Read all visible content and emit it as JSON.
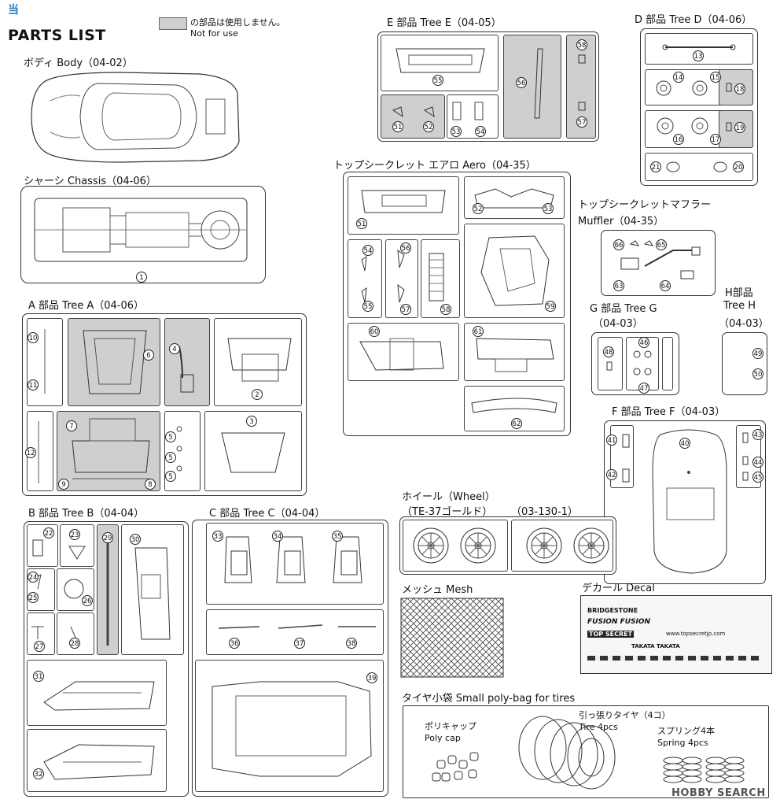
{
  "watermark_top": "当",
  "title": "PARTS LIST",
  "legend": {
    "jp": "の部品は使用しません。",
    "en": "Not for use"
  },
  "sections": {
    "body": "ボディ Body（04-02）",
    "chassis": "シャーシ Chassis（04-06）",
    "tree_a": "A 部品 Tree A（04-06）",
    "tree_b": "B 部品 Tree B（04-04）",
    "tree_c": "C 部品 Tree C（04-04）",
    "tree_e": "E 部品 Tree E（04-05）",
    "tree_d": "D 部品 Tree D（04-06）",
    "aero": "トップシークレット エアロ Aero（04-35）",
    "muffler_jp": "トップシークレットマフラー",
    "muffler_en": "Muffler（04-35）",
    "tree_g": "G 部品 Tree G",
    "tree_g_code": "（04-03）",
    "tree_h_jp": "H部品",
    "tree_h_en": "Tree H",
    "tree_h_code": "（04-03）",
    "tree_f": "F 部品 Tree F（04-03）",
    "wheel_jp": "ホイール（Wheel）",
    "wheel_name": "（TE-37ゴールド）",
    "wheel_code": "（03-130-1）",
    "mesh": "メッシュ Mesh",
    "decal": "デカール Decal",
    "polybag": "タイヤ小袋 Small poly-bag for tires",
    "polycap_jp": "ポリキャップ",
    "polycap_en": "Poly cap",
    "tire_jp": "引っ張りタイヤ（4コ）",
    "tire_en": "Tire 4pcs",
    "spring_jp": "スプリング4本",
    "spring_en": "Spring 4pcs"
  },
  "decal_text": {
    "brand1": "BRIDGESTONE",
    "brand2": "FUSION FUSION",
    "brand3": "TOP SECRET",
    "url": "www.topsecretjp.com",
    "takata": "TAKATA TAKATA"
  },
  "watermark_bottom": "HOBBY SEARCH",
  "parts": [
    "1",
    "2",
    "3",
    "4",
    "5",
    "6",
    "7",
    "8",
    "9",
    "10",
    "11",
    "12",
    "13",
    "14",
    "15",
    "16",
    "17",
    "18",
    "19",
    "20",
    "21",
    "22",
    "23",
    "24",
    "25",
    "26",
    "27",
    "28",
    "29",
    "30",
    "31",
    "32",
    "33",
    "34",
    "35",
    "36",
    "37",
    "38",
    "39",
    "40",
    "41",
    "42",
    "43",
    "44",
    "45",
    "46",
    "47",
    "48",
    "49",
    "50",
    "51",
    "52",
    "53",
    "54",
    "55",
    "56",
    "57",
    "58",
    "59",
    "60",
    "61",
    "62",
    "63",
    "64",
    "65",
    "66"
  ]
}
